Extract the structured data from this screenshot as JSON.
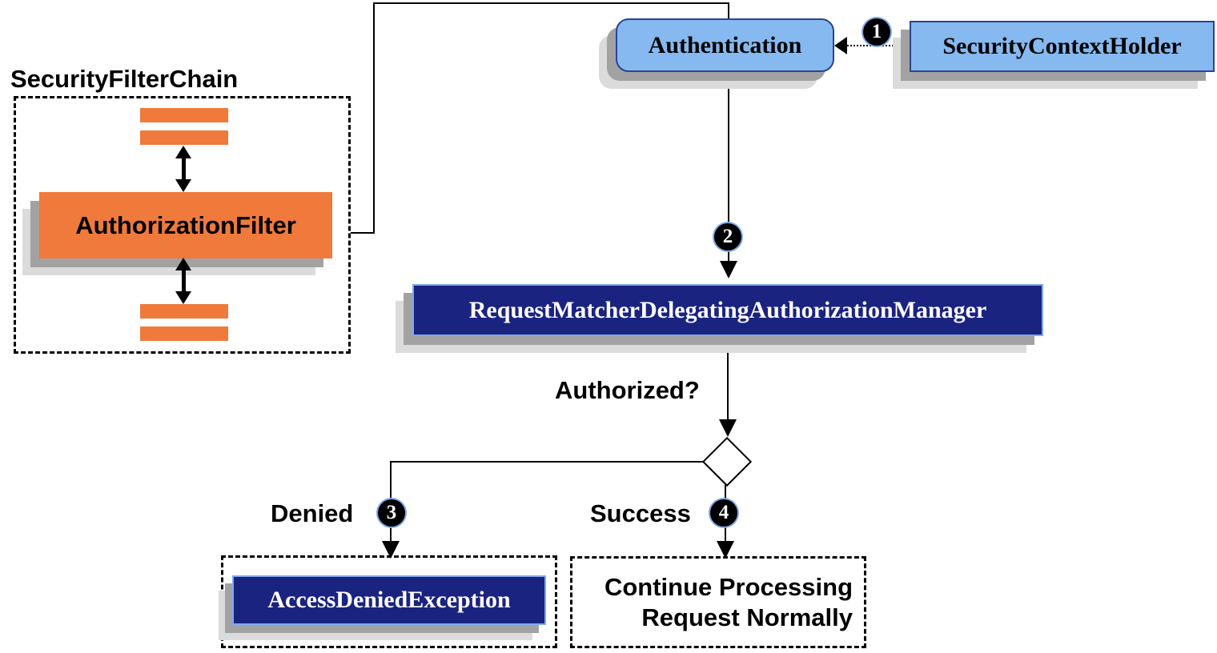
{
  "diagram": {
    "security_filter_chain": {
      "title": "SecurityFilterChain",
      "filter_label": "AuthorizationFilter"
    },
    "nodes": {
      "authentication": "Authentication",
      "security_context_holder": "SecurityContextHolder",
      "authorization_manager": "RequestMatcherDelegatingAuthorizationManager",
      "access_denied_exception": "AccessDeniedException",
      "continue_line1": "Continue Processing",
      "continue_line2": "Request Normally"
    },
    "labels": {
      "authorized_question": "Authorized?",
      "denied": "Denied",
      "success": "Success"
    },
    "badges": [
      "1",
      "2",
      "3",
      "4"
    ]
  },
  "colors": {
    "orange": "#f0793c",
    "light_blue": "#85b9f0",
    "blue_box_border": "#2b4490",
    "navy": "#1b2381",
    "navy_border": "#7fa8ec",
    "shadow1": "#a2a2a2",
    "shadow2": "#dbdbdb",
    "badge_ring": "#7fa8e8",
    "line_color": "#000000"
  }
}
